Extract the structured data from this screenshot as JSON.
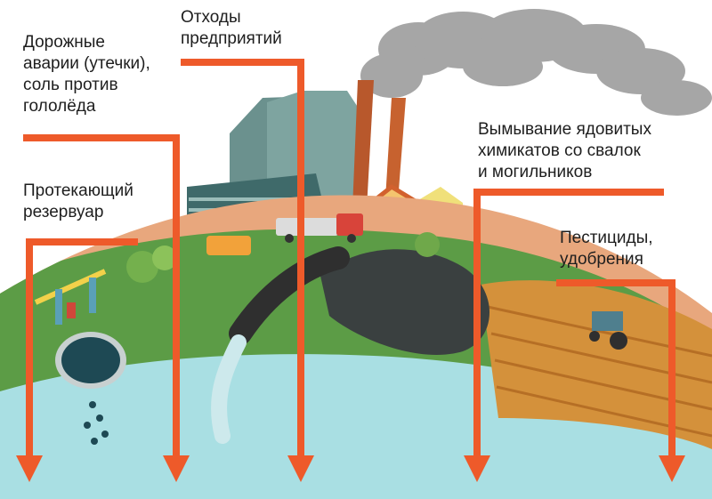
{
  "labels": {
    "road_accidents": "Дорожные\nаварии (утечки),\nсоль против\nгололёда",
    "industrial_waste": "Отходы\nпредприятий",
    "toxic_leaching": "Вымывание ядовитых\nхимикатов со свалок\nи могильников",
    "leaking_reservoir": "Протекающий\nрезервуар",
    "pesticides": "Пестициды,\nудобрения"
  },
  "colors": {
    "arrow": "#ee5a2a",
    "groundwater": "#a8dfe2",
    "soil": "#e5a57d",
    "grass": "#5b9b45",
    "smoke": "#9a9a9a",
    "factory": "#6a8f8c",
    "chimney": "#b95a2c",
    "field": "#d08a3a",
    "dump": "#3a3f3f",
    "tank_hole": "#1f4a55"
  }
}
